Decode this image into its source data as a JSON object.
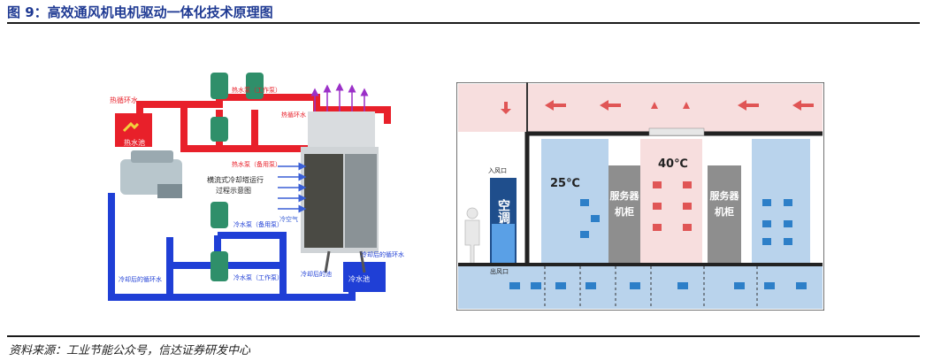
{
  "figure": {
    "title": "图 9：高效通风机电机驱动一体化技术原理图",
    "source": "资料来源：工业节能公众号，信达证券研发中心"
  },
  "left_diagram": {
    "labels": {
      "hot_loop_left": "热循环水",
      "hot_loop_right": "热循环水",
      "hot_pool": "热水池",
      "hot_pump_work": "热水泵（工作泵）",
      "hot_pump_standby": "热水泵（备用泵）",
      "tower_caption_1": "横流式冷却塔运行",
      "tower_caption_2": "过程示意图",
      "cold_air": "冷空气",
      "cold_pump_standby": "冷水泵（备用泵）",
      "cold_pump_work": "冷水泵（工作泵）",
      "cooled_loop_left": "冷却后的循环水",
      "cooled_loop_right": "冷却后的循环水",
      "cooled_pool": "冷却后的池",
      "cold_pool": "冷水池"
    }
  },
  "right_diagram": {
    "labels": {
      "temp_cold": "25℃",
      "temp_hot": "40℃",
      "ac_unit": "空调",
      "inlet": "入风口",
      "outlet": "出风口",
      "rack_left_1": "服务器",
      "rack_left_2": "机柜",
      "rack_right_1": "服务器",
      "rack_right_2": "机柜"
    }
  },
  "colors": {
    "hot_pipe": "#e8202a",
    "cold_pipe": "#1f3fd6",
    "cold_aisle": "#b9d3ec",
    "hot_aisle": "#f7dede",
    "rack": "#8e8e8e",
    "arrow_hot": "#e05555",
    "arrow_cold": "#2d7fc8"
  }
}
